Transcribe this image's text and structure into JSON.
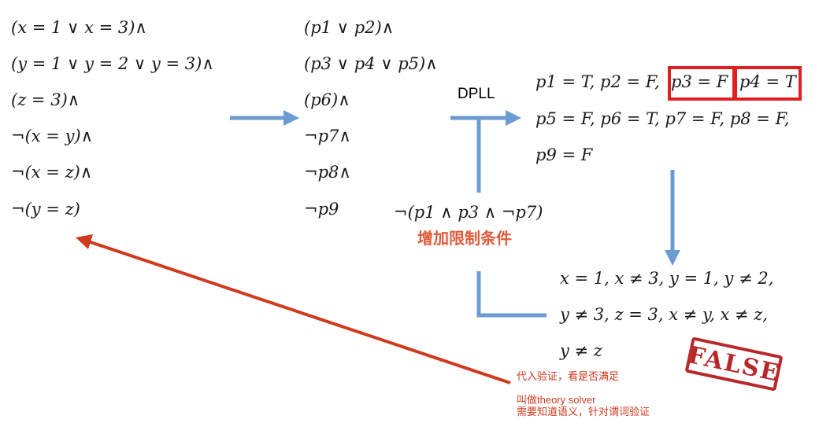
{
  "left_formulas": [
    "(x = 1 ∨ x = 3)∧",
    "(y = 1 ∨ y = 2 ∨ y = 3)∧",
    "(z = 3)∧",
    "¬(x = y)∧",
    "¬(x = z)∧",
    "¬(y = z)"
  ],
  "mid_formulas": [
    "(p1 ∨ p2)∧",
    "(p3 ∨ p4 ∨ p5)∧",
    "(p6)∧",
    "¬p7∧",
    "¬p8∧",
    "¬p9"
  ],
  "dpll_label": "DPLL",
  "assignment": {
    "line1_prefix": "p1 = T, p2 = F,",
    "box1": "p3 = F",
    "box2": "p4 = T",
    "line2": "p5 = F, p6 = T, p7 = F, p8 = F,",
    "line3": "p9 = F"
  },
  "constraint": "¬(p1 ∧ p3 ∧ ¬p7)",
  "constraint_label": "增加限制条件",
  "theory_lines": [
    "x = 1, x ≠ 3, y = 1, y ≠ 2,",
    "y ≠ 3, z = 3, x ≠ y, x ≠ z,",
    "y ≠ z"
  ],
  "stamp_text": "FALSE",
  "notes": {
    "line1": "代入验证，看是否满足",
    "line2": "叫做theory solver",
    "line3": "需要知道语义，针对谓词验证"
  },
  "colors": {
    "blue_arrow": "#6c9bd2",
    "red_arrow": "#d03a1e",
    "red_text": "#e05a3a",
    "box_red": "#e02020"
  }
}
